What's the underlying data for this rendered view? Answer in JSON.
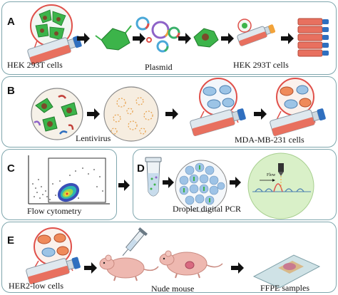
{
  "panels": {
    "a": {
      "label": "A",
      "captions": {
        "cells_left": "HEK 293T cells",
        "plasmid": "Plasmid",
        "cells_right": "HEK 293T cells"
      }
    },
    "b": {
      "label": "B",
      "captions": {
        "lentivirus": "Lentivirus",
        "mda": "MDA-MB-231 cells"
      }
    },
    "c": {
      "label": "C",
      "captions": {
        "flow": "Flow cytometry"
      }
    },
    "d": {
      "label": "D",
      "captions": {
        "ddpcr": "Droplet digital PCR",
        "flow_tag": "Flow"
      }
    },
    "e": {
      "label": "E",
      "captions": {
        "her2": "HER2-low cells",
        "mouse": "Nude mouse",
        "ffpe": "FFPE samples"
      }
    }
  },
  "colors": {
    "panel_border": "#7fa6ad",
    "hek_cell": "#3cb44a",
    "flask_body": "#e8705f",
    "flask_cap": "#2f6fbf",
    "mda_cell": "#9cc4e6",
    "circle_outline": "#e0504a",
    "droplet": "#9ec3e6",
    "mouse": "#eeb8b0"
  },
  "icons": [
    "arrow-icon",
    "flask-icon",
    "cell-icon",
    "plasmid-icon",
    "tube-icon",
    "mouse-icon",
    "slide-icon",
    "syringe-icon"
  ]
}
